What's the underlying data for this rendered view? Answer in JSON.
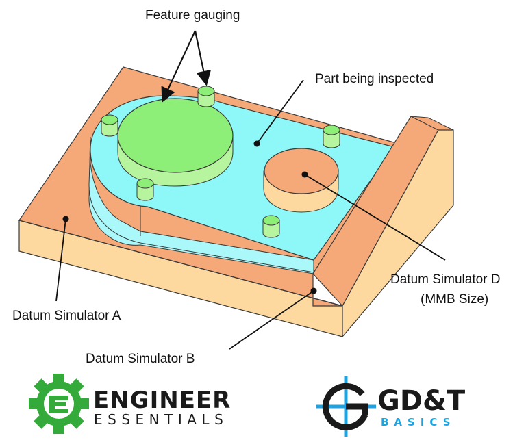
{
  "labels": {
    "feature_gauging": "Feature gauging",
    "part_inspected": "Part being inspected",
    "datum_a": "Datum Simulator A",
    "datum_b": "Datum Simulator B",
    "datum_d_line1": "Datum Simulator D",
    "datum_d_line2": "(MMB Size)"
  },
  "logos": {
    "engineer_essentials": {
      "line1": "ENGINEER",
      "line2": "ESSENTIALS"
    },
    "gdt_basics": {
      "line1": "GD&T",
      "line2": "BASICS"
    }
  },
  "colors": {
    "fixture_top": "#F5A878",
    "fixture_side": "#FDD9A0",
    "part_top": "#8EF8F8",
    "part_side": "#AAF8FA",
    "gauge": "#8DEE78",
    "gauge_side": "#B6F49E",
    "ee_green": "#33AA3A",
    "gdt_blue": "#1FA3E0",
    "gdt_dark": "#1A1A1A"
  }
}
